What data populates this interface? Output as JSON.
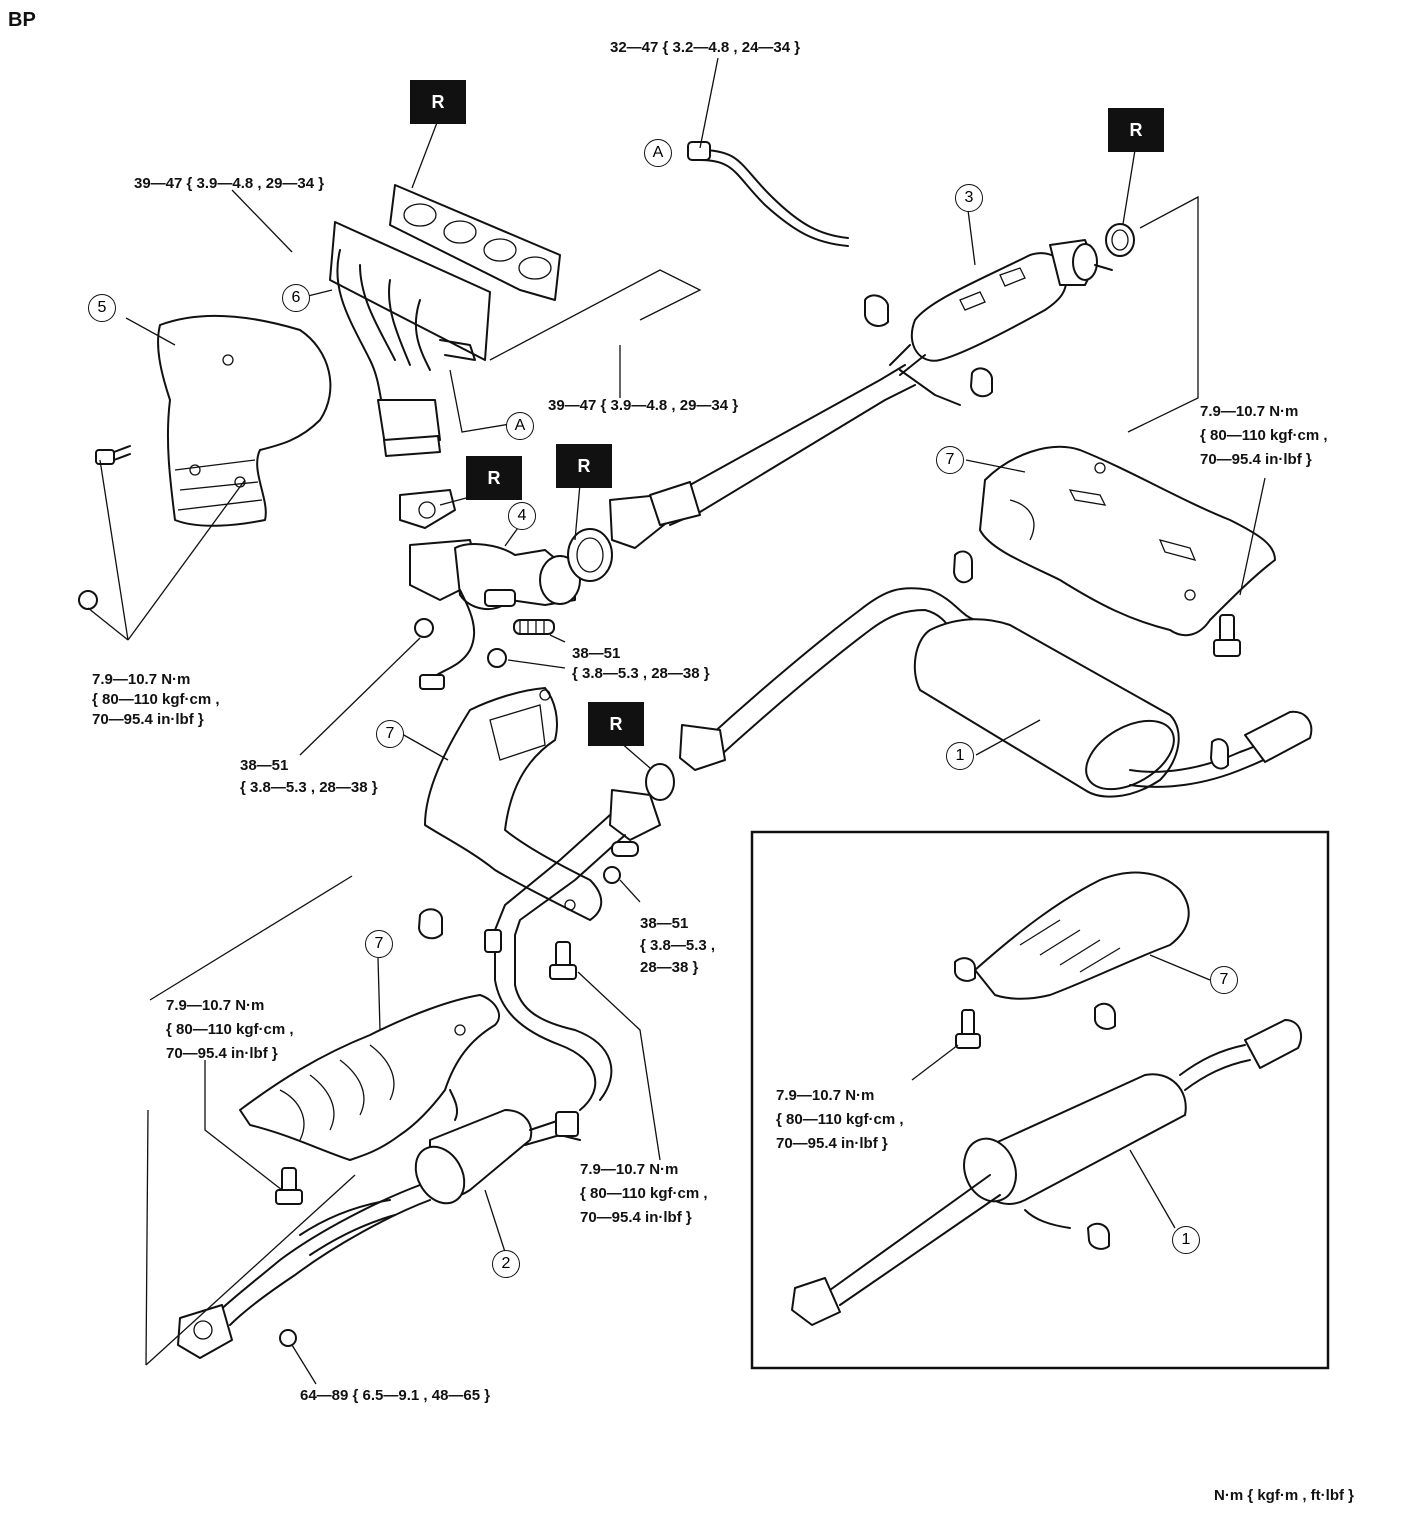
{
  "header": {
    "engine_code": "BP"
  },
  "footer": {
    "units_legend": "N·m { kgf·m , ft·lbf }"
  },
  "replace_marker": "R",
  "callouts": {
    "part1": "1",
    "part2": "2",
    "part3": "3",
    "part4": "4",
    "part5": "5",
    "part6": "6",
    "part7": "7",
    "ref_a": "A"
  },
  "torque_specs": {
    "t_sensor_line": "32—47 { 3.2—4.8 , 24—34 }",
    "t_manifold_nut": "39—47 { 3.9—4.8 , 29—34 }",
    "t_bracket_nut": "39—47 { 3.9—4.8 , 29—34 }",
    "t_insulator5": [
      "7.9—10.7 N·m",
      "{ 80—110 kgf·cm ,",
      "70—95.4 in·lbf }"
    ],
    "t_insulator7_right": [
      "7.9—10.7 N·m",
      "{ 80—110 kgf·cm ,",
      "70—95.4 in·lbf }"
    ],
    "t_flange_spring": [
      "38—51",
      "{ 3.8—5.3 , 28—38 }"
    ],
    "t_pipe_nut": [
      "38—51",
      "{ 3.8—5.3 , 28—38 }"
    ],
    "t_center_spring": [
      "38—51",
      "{ 3.8—5.3 ,",
      "28—38 }"
    ],
    "t_insulator7_left": [
      "7.9—10.7 N·m",
      "{ 80—110 kgf·cm ,",
      "70—95.4 in·lbf }"
    ],
    "t_center_bolt": [
      "7.9—10.7 N·m",
      "{ 80—110 kgf·cm ,",
      "70—95.4 in·lbf }"
    ],
    "t_inset_bolt": [
      "7.9—10.7 N·m",
      "{ 80—110 kgf·cm ,",
      "70—95.4 in·lbf }"
    ],
    "t_front_pipe_nut": "64—89 { 6.5—9.1 , 48—65 }"
  }
}
